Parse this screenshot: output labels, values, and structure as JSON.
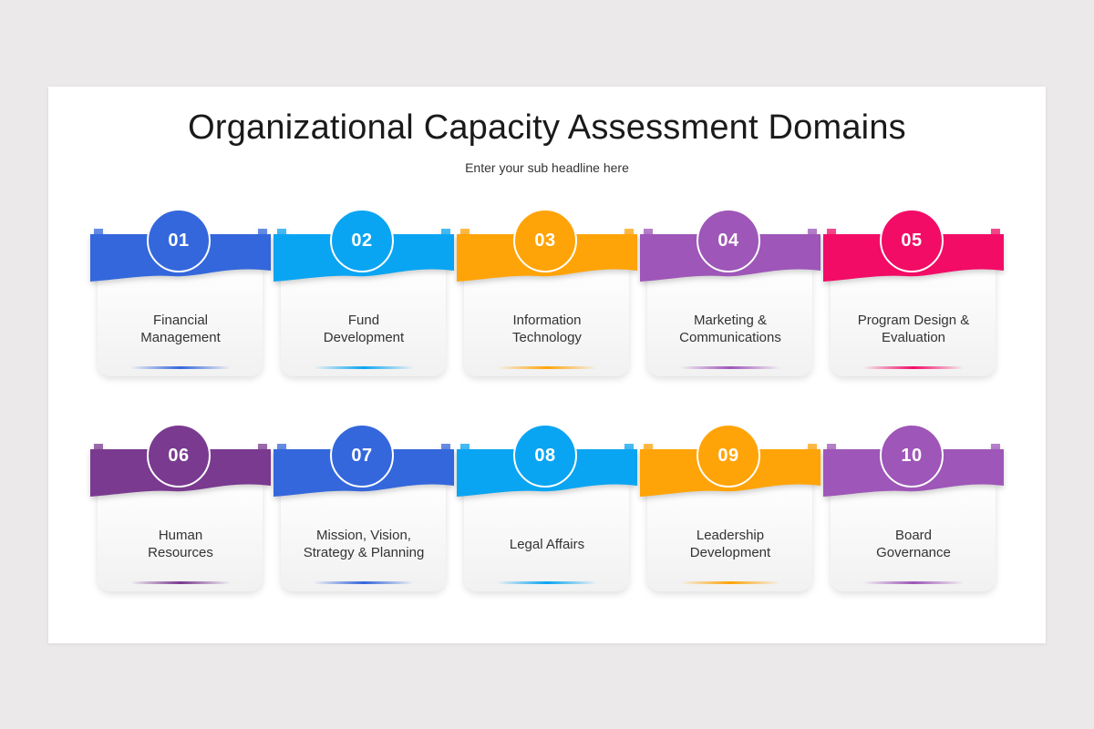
{
  "header": {
    "title": "Organizational Capacity Assessment Domains",
    "subtitle": "Enter your sub headline here"
  },
  "domains": [
    {
      "number": "01",
      "label": "Financial\nManagement",
      "color": "#3467dc"
    },
    {
      "number": "02",
      "label": "Fund\nDevelopment",
      "color": "#0aa5f2"
    },
    {
      "number": "03",
      "label": "Information\nTechnology",
      "color": "#ffa408"
    },
    {
      "number": "04",
      "label": "Marketing &\nCommunications",
      "color": "#9e56b8"
    },
    {
      "number": "05",
      "label": "Program Design &\nEvaluation",
      "color": "#f20c66"
    },
    {
      "number": "06",
      "label": "Human\nResources",
      "color": "#7a3a90"
    },
    {
      "number": "07",
      "label": "Mission, Vision,\nStrategy & Planning",
      "color": "#3467dc"
    },
    {
      "number": "08",
      "label": "Legal Affairs",
      "color": "#0aa5f2"
    },
    {
      "number": "09",
      "label": "Leadership\nDevelopment",
      "color": "#ffa408"
    },
    {
      "number": "10",
      "label": "Board\nGovernance",
      "color": "#9e56b8"
    }
  ]
}
